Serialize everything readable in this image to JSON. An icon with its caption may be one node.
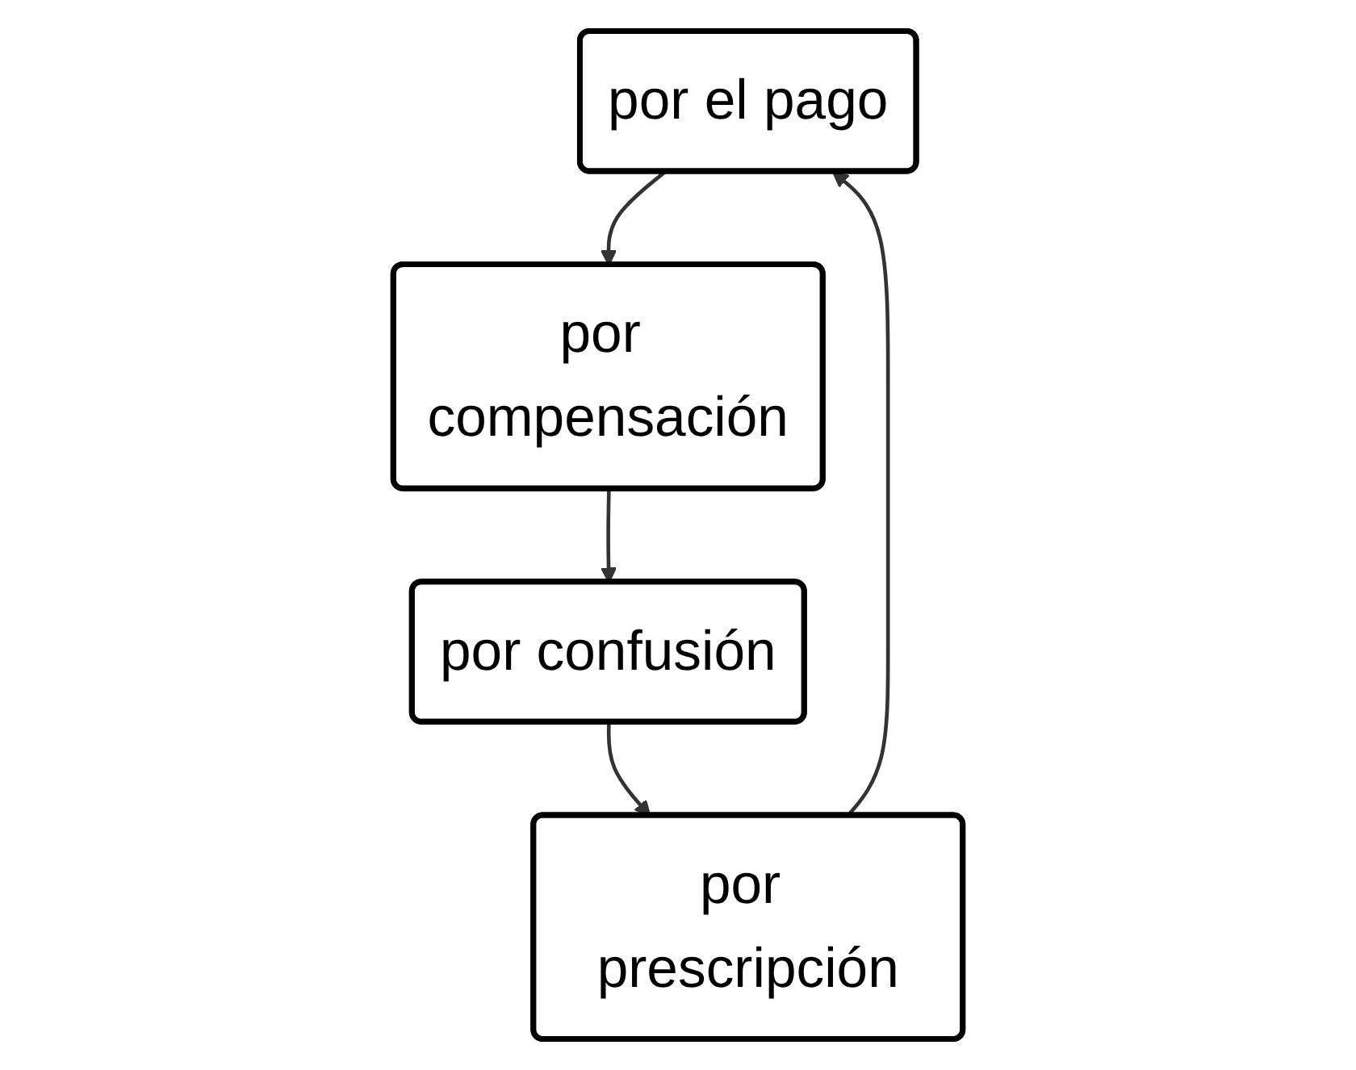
{
  "diagram": {
    "nodes": [
      {
        "text": [
          "por el pago"
        ]
      },
      {
        "text": [
          "por compensación"
        ]
      },
      {
        "text": [
          "por confusión"
        ]
      },
      {
        "text": [
          "por prescripción"
        ]
      }
    ],
    "edges": [
      {
        "from": 0,
        "to": 1,
        "arrow": "to"
      },
      {
        "from": 1,
        "to": 2,
        "arrow": "to"
      },
      {
        "from": 2,
        "to": 3,
        "arrow": "to"
      },
      {
        "from": 3,
        "to": 0,
        "arrow": "to"
      }
    ]
  }
}
